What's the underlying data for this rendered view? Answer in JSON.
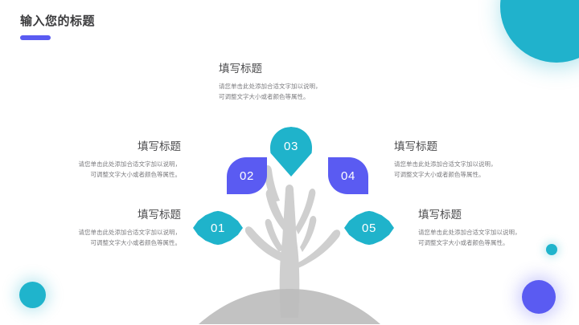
{
  "header": {
    "title": "输入您的标题"
  },
  "colors": {
    "teal": "#1fb3cb",
    "blue": "#5a5bf2",
    "tree_gray": "#cfcfcf",
    "title_gray": "#3b3b3d",
    "body_gray": "#7d7d80"
  },
  "leaves": [
    {
      "number": "01"
    },
    {
      "number": "02"
    },
    {
      "number": "03"
    },
    {
      "number": "04"
    },
    {
      "number": "05"
    }
  ],
  "blocks": {
    "top": {
      "title": "填写标题",
      "line1": "请您单击此处添加合适文字加以说明，",
      "line2": "可调整文字大小或者颜色等属性。"
    },
    "left_upper": {
      "title": "填写标题",
      "line1": "请您单击此处添加合适文字加以说明，",
      "line2": "可调整文字大小或者颜色等属性。"
    },
    "left_lower": {
      "title": "填写标题",
      "line1": "请您单击此处添加合适文字加以说明，",
      "line2": "可调整文字大小或者颜色等属性。"
    },
    "right_upper": {
      "title": "填写标题",
      "line1": "请您单击此处添加合适文字加以说明，",
      "line2": "可调整文字大小或者颜色等属性。"
    },
    "right_lower": {
      "title": "填写标题",
      "line1": "请您单击此处添加合适文字加以说明，",
      "line2": "可调整文字大小或者颜色等属性。"
    }
  }
}
